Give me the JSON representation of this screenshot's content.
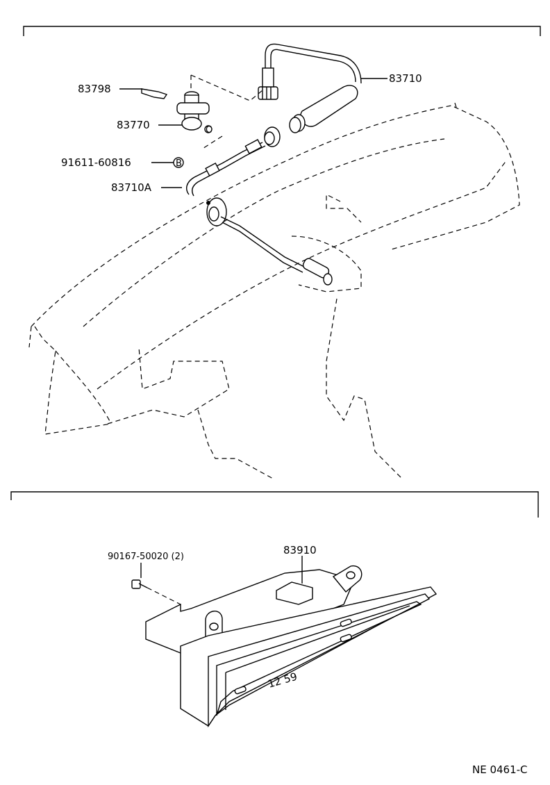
{
  "section1": {
    "labels": {
      "p83798": "83798",
      "p83770": "83770",
      "p91611": "91611-60816",
      "p83710A": "83710A",
      "p83710": "83710",
      "bolt_letter": "B",
      "clip_letter": "C"
    }
  },
  "section2": {
    "labels": {
      "p90167": "90167-50020 (2)",
      "p83910": "83910"
    },
    "clock_display": "12 59"
  },
  "footer": {
    "code": "NE  0461-C"
  }
}
